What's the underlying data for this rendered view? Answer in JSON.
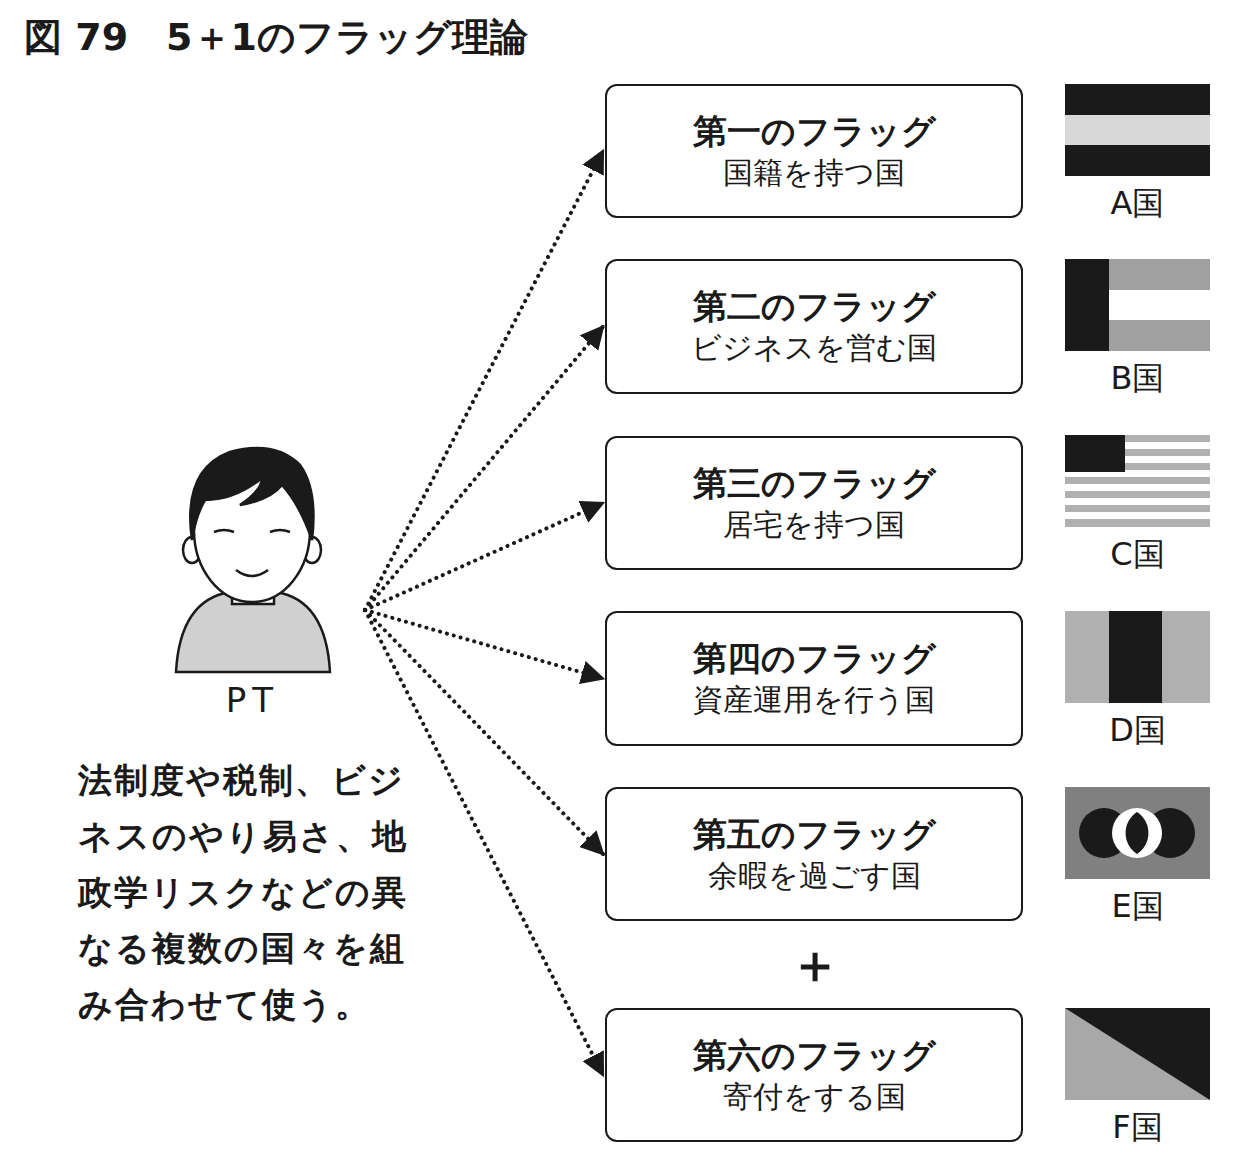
{
  "diagram": {
    "title": "図 79　5＋1のフラッグ理論",
    "nodes": [
      {
        "text": [
          "PT"
        ]
      },
      {
        "text": [
          "第一のフラッグ",
          "国籍を持つ国"
        ]
      },
      {
        "text": [
          "第二のフラッグ",
          "ビジネスを営む国"
        ]
      },
      {
        "text": [
          "第三のフラッグ",
          "居宅を持つ国"
        ]
      },
      {
        "text": [
          "第四のフラッグ",
          "資産運用を行う国"
        ]
      },
      {
        "text": [
          "第五のフラッグ",
          "余暇を過ごす国"
        ]
      },
      {
        "text": [
          "第六のフラッグ",
          "寄付をする国"
        ]
      }
    ],
    "edges": [
      {
        "from": 0,
        "to": 1,
        "arrow": "to"
      },
      {
        "from": 0,
        "to": 2,
        "arrow": "to"
      },
      {
        "from": 0,
        "to": 3,
        "arrow": "to"
      },
      {
        "from": 0,
        "to": 4,
        "arrow": "to"
      },
      {
        "from": 0,
        "to": 5,
        "arrow": "to"
      },
      {
        "from": 0,
        "to": 6,
        "arrow": "to"
      }
    ],
    "labels": [
      "法制度や税制、ビジネスのやり易さ、地政学リスクなどの異なる複数の国々を組み合わせて使う。",
      "A国",
      "B国",
      "C国",
      "D国",
      "E国",
      "F国",
      "＋"
    ]
  }
}
